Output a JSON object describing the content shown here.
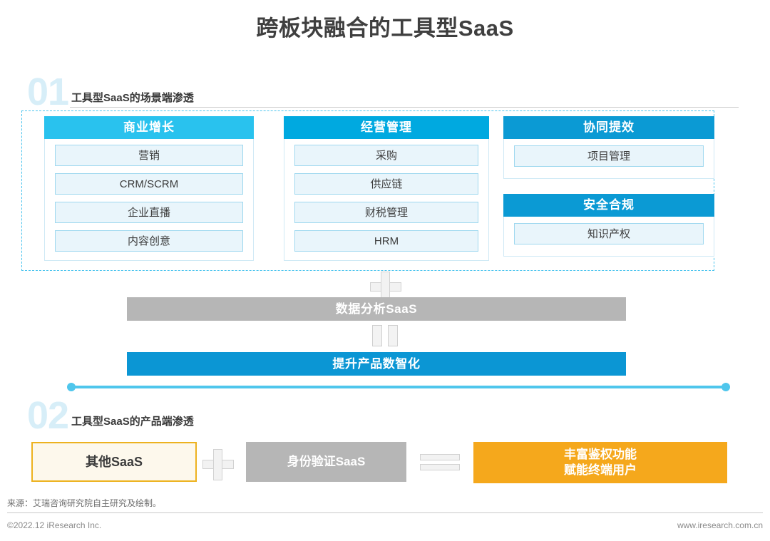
{
  "title": "跨板块融合的工具型SaaS",
  "colors": {
    "cyan_bright": "#29c2ee",
    "blue_mid": "#00a9e0",
    "blue_deep": "#0b96d4",
    "gray_bar": "#b6b6b6",
    "orange": "#f5a81c",
    "orange_border": "#edb21f",
    "cell_fill": "#e9f5fb"
  },
  "section1": {
    "number": "01",
    "label": "工具型SaaS的场景端渗透",
    "columns": [
      {
        "header": "商业增长",
        "items": [
          "营销",
          "CRM/SCRM",
          "企业直播",
          "内容创意"
        ]
      },
      {
        "header": "经营管理",
        "items": [
          "采购",
          "供应链",
          "财税管理",
          "HRM"
        ]
      },
      {
        "header": "协同提效",
        "items": [
          "项目管理"
        ]
      },
      {
        "header": "安全合规",
        "items": [
          "知识产权"
        ]
      }
    ],
    "plus_symbol": "plus-icon",
    "data_bar": "数据分析SaaS",
    "equals_symbol": "pause-icon",
    "result_bar": "提升产品数智化"
  },
  "section2": {
    "number": "02",
    "label": "工具型SaaS的产品端渗透",
    "box_left": "其他SaaS",
    "plus_symbol": "plus-icon",
    "box_middle": "身份验证SaaS",
    "equals_symbol": "equals-icon",
    "box_result_line1": "丰富鉴权功能",
    "box_result_line2": "赋能终端用户"
  },
  "footer": {
    "source": "来源：艾瑞咨询研究院自主研究及绘制。",
    "copyright": "©2022.12 iResearch Inc.",
    "website": "www.iresearch.com.cn"
  }
}
